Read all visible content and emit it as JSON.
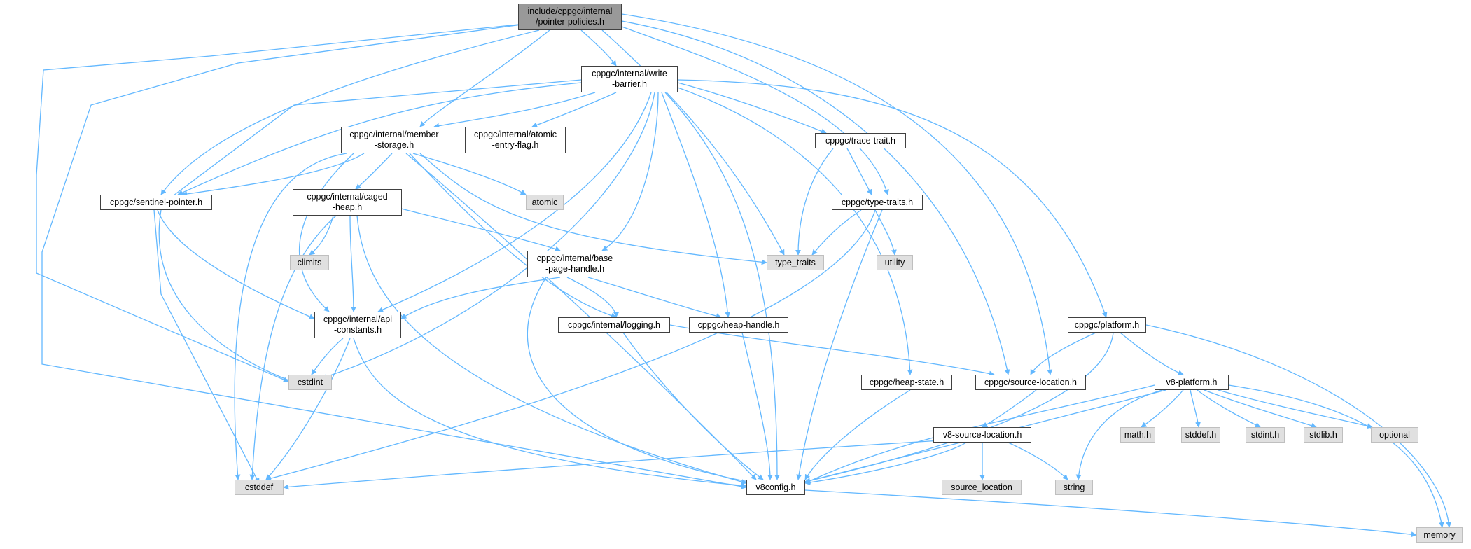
{
  "nodes": {
    "pointer_policies": "include/cppgc/internal\n/pointer-policies.h",
    "write_barrier": "cppgc/internal/write\n-barrier.h",
    "member_storage": "cppgc/internal/member\n-storage.h",
    "atomic_entry_flag": "cppgc/internal/atomic\n-entry-flag.h",
    "trace_trait": "cppgc/trace-trait.h",
    "sentinel_pointer": "cppgc/sentinel-pointer.h",
    "caged_heap": "cppgc/internal/caged\n-heap.h",
    "atomic": "atomic",
    "type_traits_h": "cppgc/type-traits.h",
    "climits": "climits",
    "type_traits": "type_traits",
    "utility": "utility",
    "base_page_handle": "cppgc/internal/base\n-page-handle.h",
    "api_constants": "cppgc/internal/api\n-constants.h",
    "logging": "cppgc/internal/logging.h",
    "heap_handle": "cppgc/heap-handle.h",
    "platform": "cppgc/platform.h",
    "cstdint": "cstdint",
    "heap_state": "cppgc/heap-state.h",
    "source_location_h": "cppgc/source-location.h",
    "v8_platform": "v8-platform.h",
    "v8_source_location": "v8-source-location.h",
    "math": "math.h",
    "stddef": "stddef.h",
    "stdint": "stdint.h",
    "stdlib": "stdlib.h",
    "optional": "optional",
    "cstddef": "cstddef",
    "v8config": "v8config.h",
    "source_location": "source_location",
    "string": "string",
    "memory": "memory"
  },
  "colors": {
    "edge": "#63b8ff",
    "node_border": "#404040",
    "external_fill": "#e0e0e0",
    "root_fill": "#999999"
  }
}
